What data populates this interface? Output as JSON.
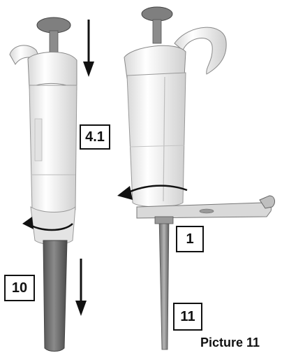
{
  "caption": "Picture 11",
  "callouts": {
    "step_4_1": "4.1",
    "step_1": "1",
    "step_10": "10",
    "step_11": "11"
  },
  "colors": {
    "body": "#f2f2f2",
    "body_shade": "#c9c9c9",
    "knob": "#808080",
    "shaft": "#6e6e6e",
    "arrow": "#111111"
  },
  "icons": [
    "down-arrow-icon",
    "curved-rotate-arrow-icon"
  ]
}
